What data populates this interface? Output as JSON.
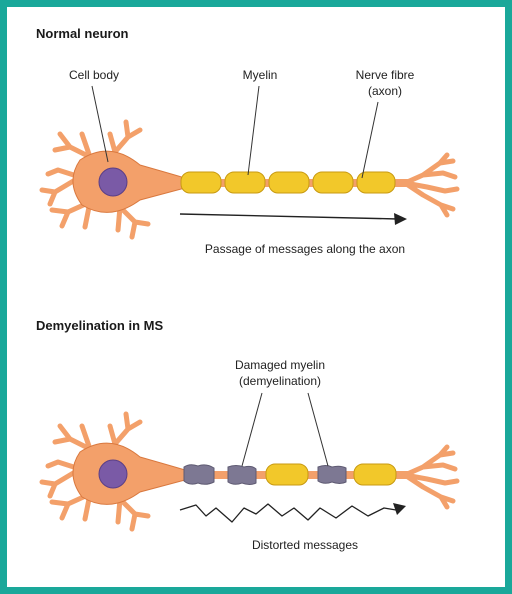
{
  "panels": [
    {
      "title": "Normal neuron",
      "labels": {
        "cell_body": "Cell body",
        "myelin": "Myelin",
        "nerve_fibre_line1": "Nerve fibre",
        "nerve_fibre_line2": "(axon)",
        "caption": "Passage of messages along the axon"
      }
    },
    {
      "title": "Demyelination in MS",
      "labels": {
        "damaged_line1": "Damaged myelin",
        "damaged_line2": "(demyelination)",
        "caption": "Distorted messages"
      }
    }
  ],
  "colors": {
    "border": "#1aa89a",
    "neuron": "#f3a06a",
    "neuron_outline": "#d9783e",
    "nucleus": "#7a5aa6",
    "myelin": "#f2c82a",
    "damaged_myelin": "#7d7893"
  }
}
